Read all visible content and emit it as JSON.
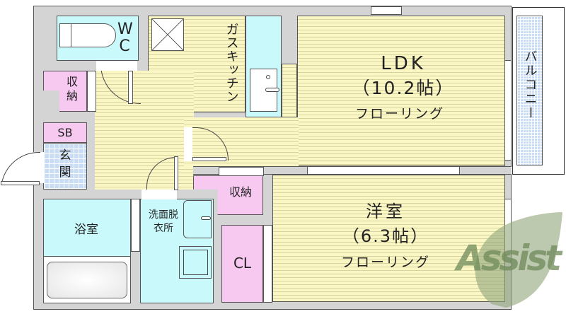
{
  "floor_plan": {
    "rooms": {
      "ldk": {
        "name": "LDK",
        "size": "（10.2帖）",
        "floor": "フローリング"
      },
      "western": {
        "name": "洋室",
        "size": "（6.3帖）",
        "floor": "フローリング"
      },
      "wc": {
        "name": "W C"
      },
      "kitchen": {
        "name": "ガスキッチン"
      },
      "balcony": {
        "name": "バルコニー"
      },
      "storage1": {
        "name": "収納"
      },
      "storage2": {
        "name": "収納"
      },
      "sb": {
        "name": "SB"
      },
      "entrance": {
        "name": "玄関"
      },
      "bath": {
        "name": "浴室"
      },
      "washroom": {
        "name": "洗面脱衣所"
      },
      "closet": {
        "name": "CL"
      }
    },
    "colors": {
      "wall": "#d4d4d4",
      "floor": "#fbf7c4",
      "wet_area": "#c9f9fb",
      "storage": "#f7c8f0",
      "tile": "#c9dcf5"
    }
  },
  "watermark": {
    "text": "Assist",
    "color": "#8fa57a"
  }
}
